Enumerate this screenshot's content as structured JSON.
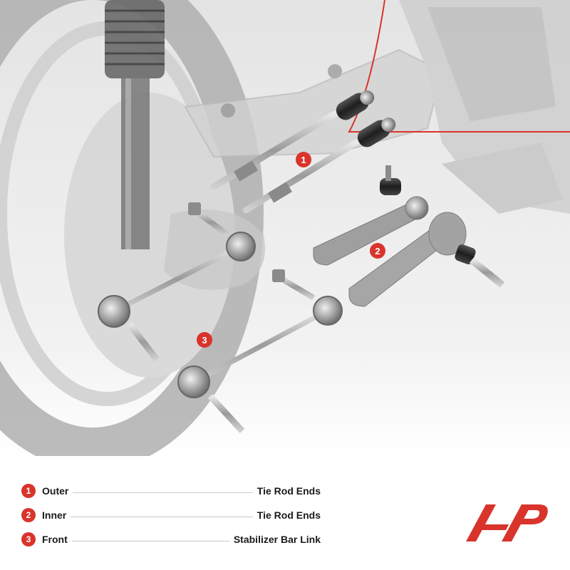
{
  "badges": [
    {
      "number": "1"
    },
    {
      "number": "2"
    },
    {
      "number": "3"
    }
  ],
  "legend": [
    {
      "number": "1",
      "left": "Outer",
      "right": "Tie Rod Ends"
    },
    {
      "number": "2",
      "left": "Inner",
      "right": "Tie Rod Ends"
    },
    {
      "number": "3",
      "left": "Front",
      "right": "Stabilizer Bar Link"
    }
  ],
  "colors": {
    "accent": "#d9342b",
    "text": "#1a1a1a",
    "leader": "#c9c9c9"
  },
  "icons": {
    "brand": "brand-logo-icon"
  }
}
